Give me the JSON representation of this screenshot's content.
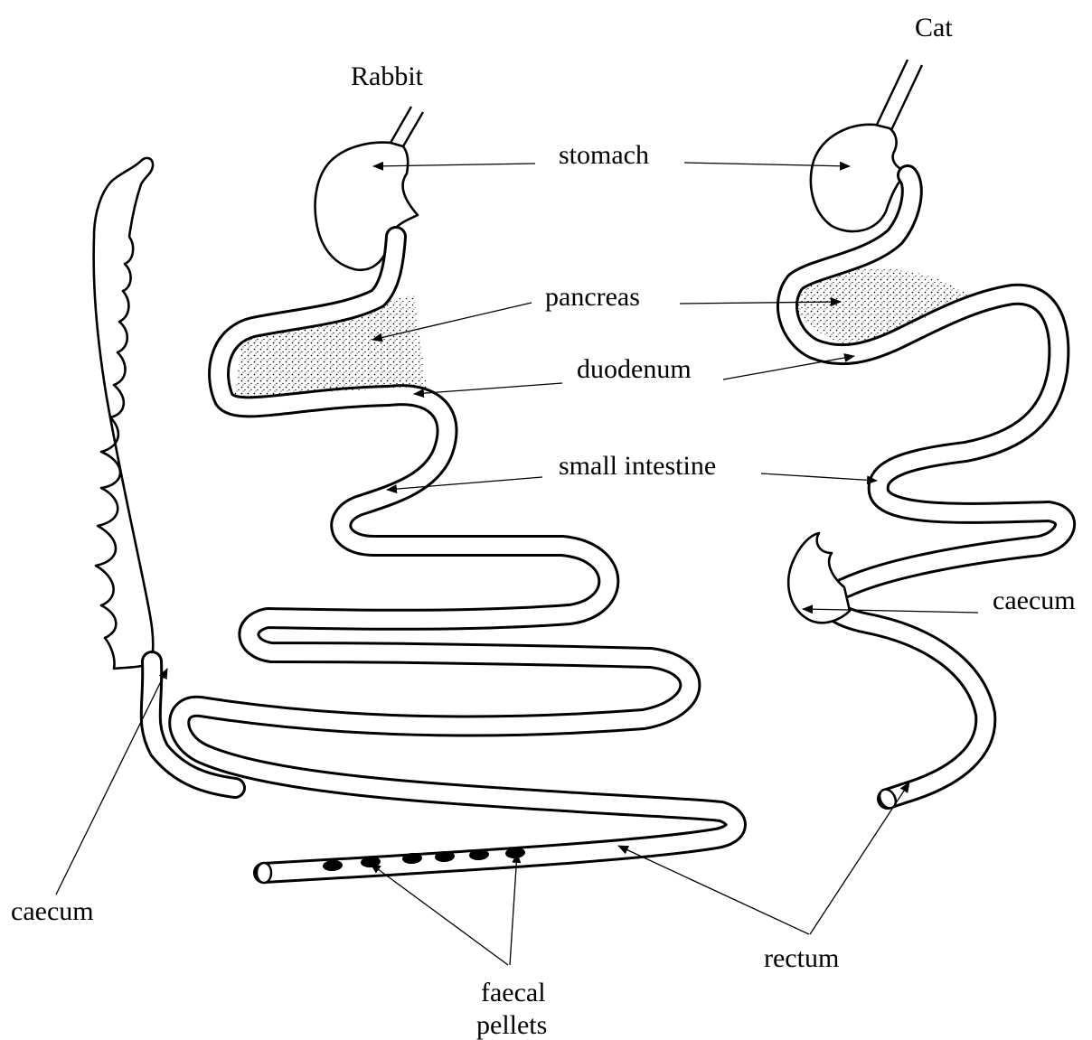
{
  "animals": {
    "rabbit": "Rabbit",
    "cat": "Cat"
  },
  "labels": {
    "stomach": "stomach",
    "pancreas": "pancreas",
    "duodenum": "duodenum",
    "small_intestine": "small intestine",
    "caecum_cat": "caecum",
    "caecum_rabbit": "caecum",
    "rectum": "rectum",
    "faecal_pellets_line1": "faecal",
    "faecal_pellets_line2": "pellets"
  }
}
